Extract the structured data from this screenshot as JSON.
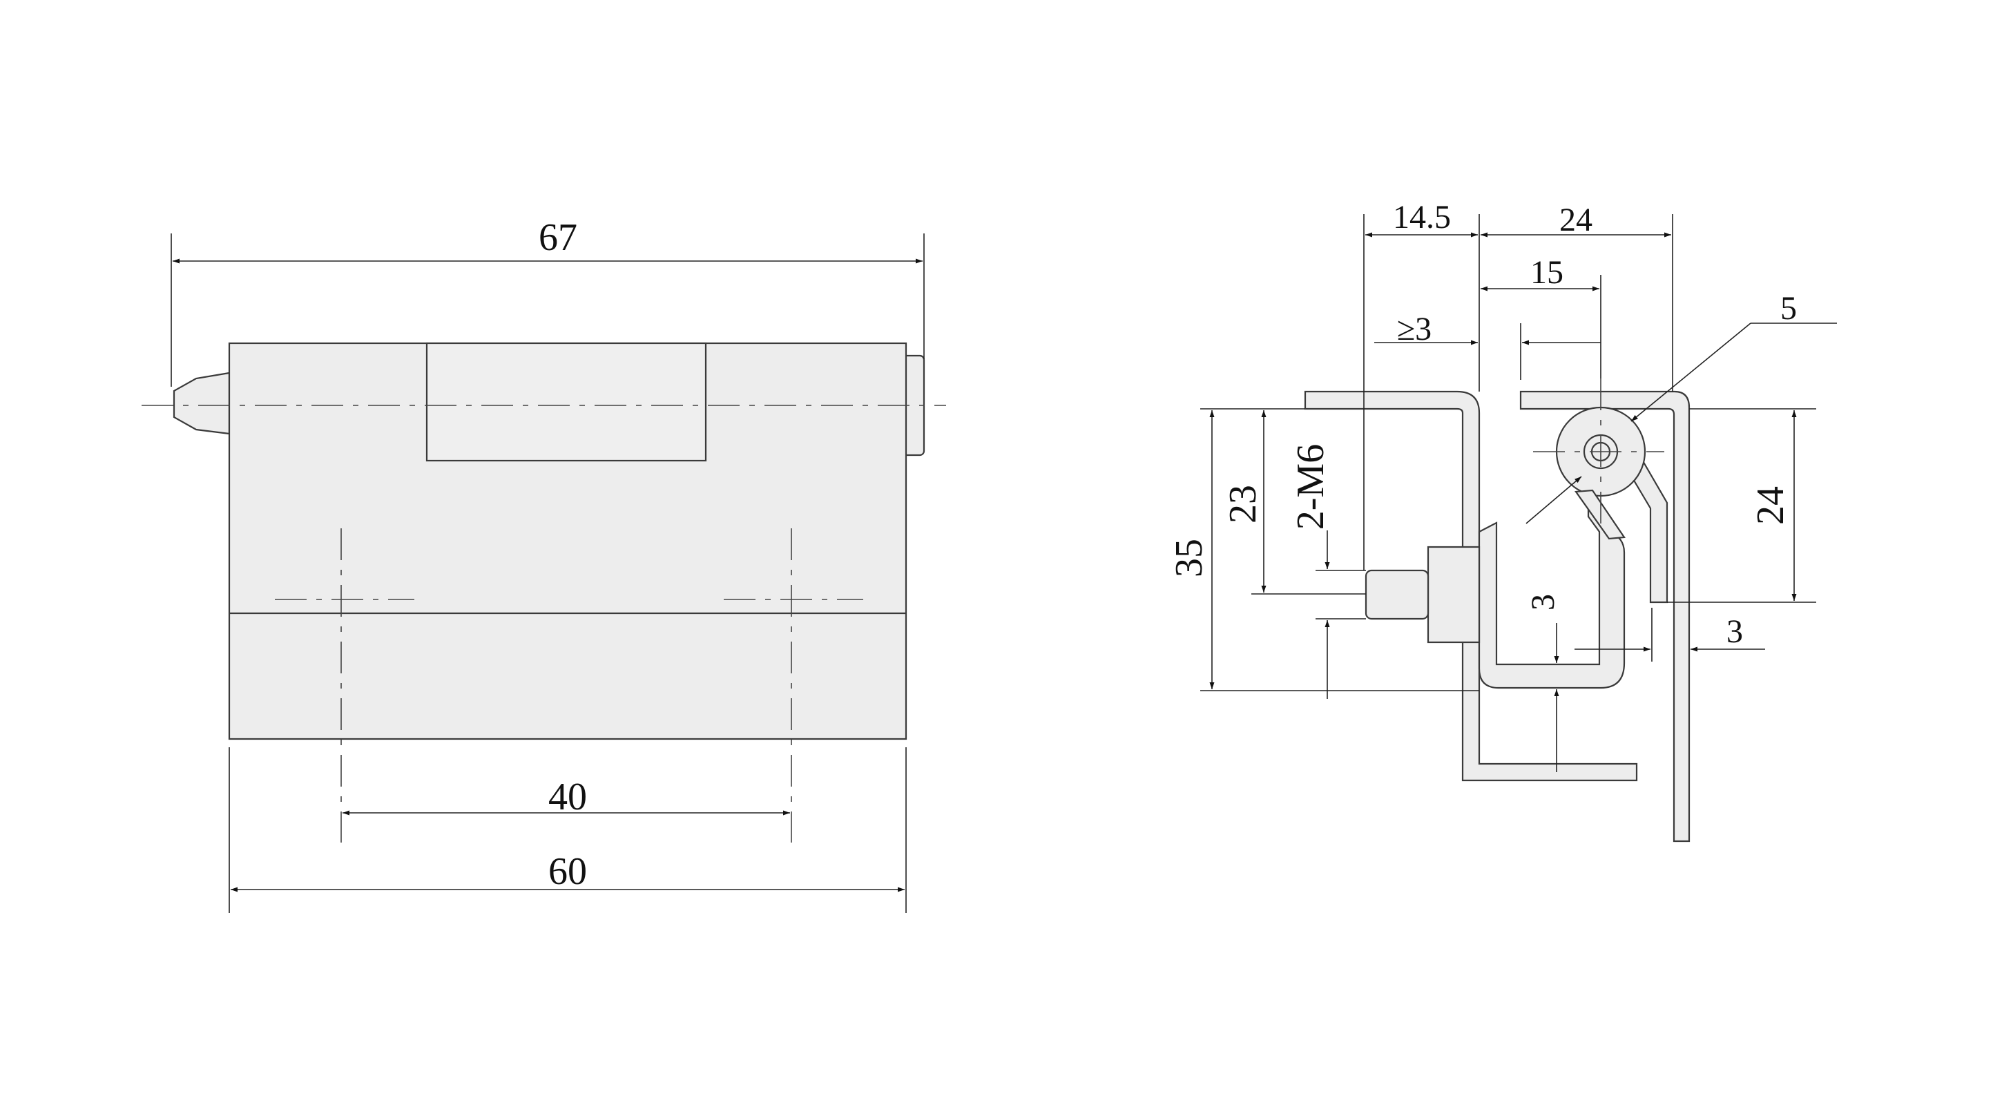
{
  "front_view": {
    "dim_overall": "67",
    "dim_hole_pitch": "40",
    "dim_body": "60"
  },
  "side_view": {
    "dim_offset": "14.5",
    "dim_width": "24",
    "dim_pin_dist": "15",
    "dim_gap": "≥3",
    "dim_pin_dia": "5",
    "dim_height": "35",
    "dim_thread_pos": "23",
    "thread_spec": "2-M6",
    "dim_leaf_gap": "3",
    "dim_leaf_height": "24",
    "dim_thickness": "3"
  }
}
